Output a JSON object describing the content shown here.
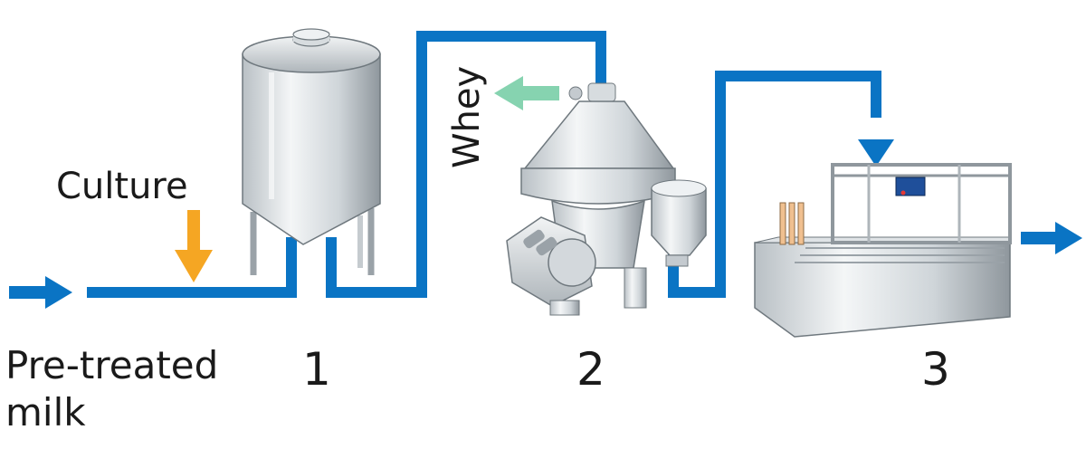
{
  "labels": {
    "input": [
      "Pre-treated",
      "milk"
    ],
    "culture": "Culture",
    "whey": "Whey",
    "steps": [
      "1",
      "2",
      "3"
    ]
  },
  "colors": {
    "pipe": "#0a74c4",
    "culture_arrow": "#f5a623",
    "whey_arrow": "#86d3b0",
    "metal_light": "#eef1f3",
    "metal_dark": "#8c949a",
    "text": "#1a1a1a"
  },
  "components": [
    {
      "step": "1",
      "name": "tank"
    },
    {
      "step": "2",
      "name": "separator"
    },
    {
      "step": "3",
      "name": "cheese-vat"
    }
  ]
}
